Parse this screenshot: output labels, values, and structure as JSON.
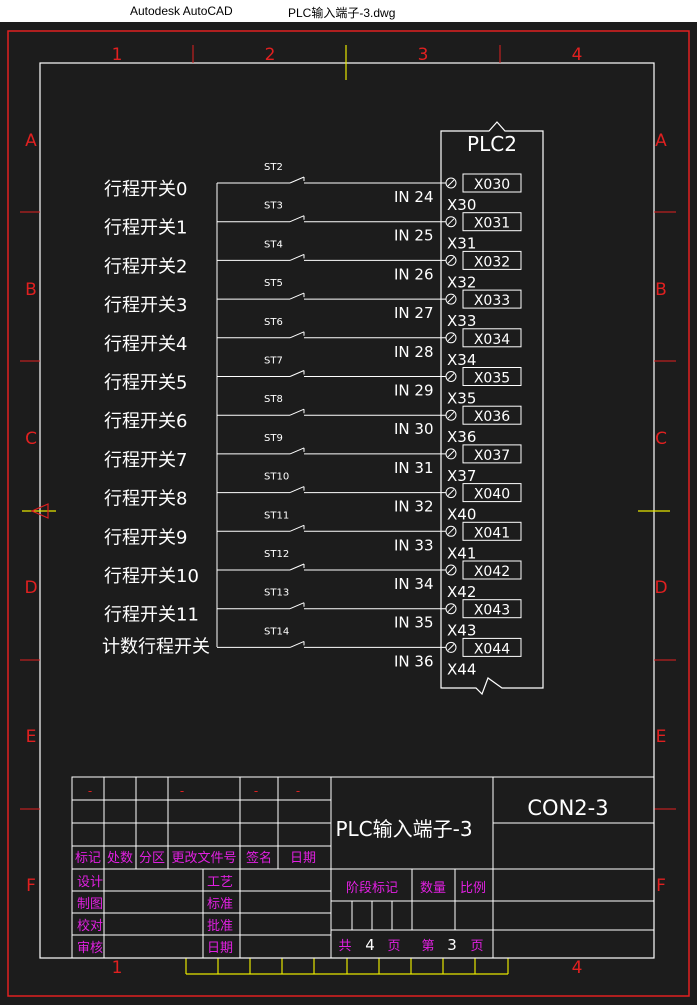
{
  "window": {
    "app_name": "Autodesk AutoCAD",
    "file_name": "PLC输入端子-3.dwg"
  },
  "frame": {
    "col_labels": [
      "1",
      "2",
      "3",
      "4"
    ],
    "row_labels": [
      "A",
      "B",
      "C",
      "D",
      "E",
      "F"
    ],
    "bottom_col_labels": [
      "1",
      "4"
    ]
  },
  "plc": {
    "title": "PLC2"
  },
  "circuits": [
    {
      "switch": "行程开关0",
      "st": "ST2",
      "input": "IN 24",
      "terminal": "X030",
      "addr": "X30"
    },
    {
      "switch": "行程开关1",
      "st": "ST3",
      "input": "IN 25",
      "terminal": "X031",
      "addr": "X31"
    },
    {
      "switch": "行程开关2",
      "st": "ST4",
      "input": "IN 26",
      "terminal": "X032",
      "addr": "X32"
    },
    {
      "switch": "行程开关3",
      "st": "ST5",
      "input": "IN 27",
      "terminal": "X033",
      "addr": "X33"
    },
    {
      "switch": "行程开关4",
      "st": "ST6",
      "input": "IN 28",
      "terminal": "X034",
      "addr": "X34"
    },
    {
      "switch": "行程开关5",
      "st": "ST7",
      "input": "IN 29",
      "terminal": "X035",
      "addr": "X35"
    },
    {
      "switch": "行程开关6",
      "st": "ST8",
      "input": "IN 30",
      "terminal": "X036",
      "addr": "X36"
    },
    {
      "switch": "行程开关7",
      "st": "ST9",
      "input": "IN 31",
      "terminal": "X037",
      "addr": "X37"
    },
    {
      "switch": "行程开关8",
      "st": "ST10",
      "input": "IN 32",
      "terminal": "X040",
      "addr": "X40"
    },
    {
      "switch": "行程开关9",
      "st": "ST11",
      "input": "IN 33",
      "terminal": "X041",
      "addr": "X41"
    },
    {
      "switch": "行程开关10",
      "st": "ST12",
      "input": "IN 34",
      "terminal": "X042",
      "addr": "X42"
    },
    {
      "switch": "行程开关11",
      "st": "ST13",
      "input": "IN 35",
      "terminal": "X043",
      "addr": "X43"
    },
    {
      "switch": "计数行程开关",
      "st": "ST14",
      "input": "IN 36",
      "terminal": "X044",
      "addr": "X44"
    }
  ],
  "title_block": {
    "drawing_title": "PLC输入端子-3",
    "drawing_number": "CON2-3",
    "header_cells": [
      "标记",
      "处数",
      "分区",
      "更改文件号",
      "签名",
      "日期"
    ],
    "left_rows": [
      "设计",
      "制图",
      "校对",
      "审核"
    ],
    "mid_rows": [
      "工艺",
      "标准",
      "批准",
      "日期"
    ],
    "stage_label": "阶段标记",
    "weight_label": "数量",
    "scale_label": "比例",
    "total_prefix": "共",
    "total_pages": "4",
    "page_unit": "页",
    "sheet_prefix": "第",
    "sheet_no": "3",
    "sheet_unit": "页",
    "dash_marks": [
      "-",
      "-",
      "-",
      "-"
    ]
  },
  "colors": {
    "background": "#1c1c1c",
    "line": "#ffffff",
    "frame": "#e02020",
    "magenta": "#e020e0",
    "yellow": "#e6e600"
  }
}
